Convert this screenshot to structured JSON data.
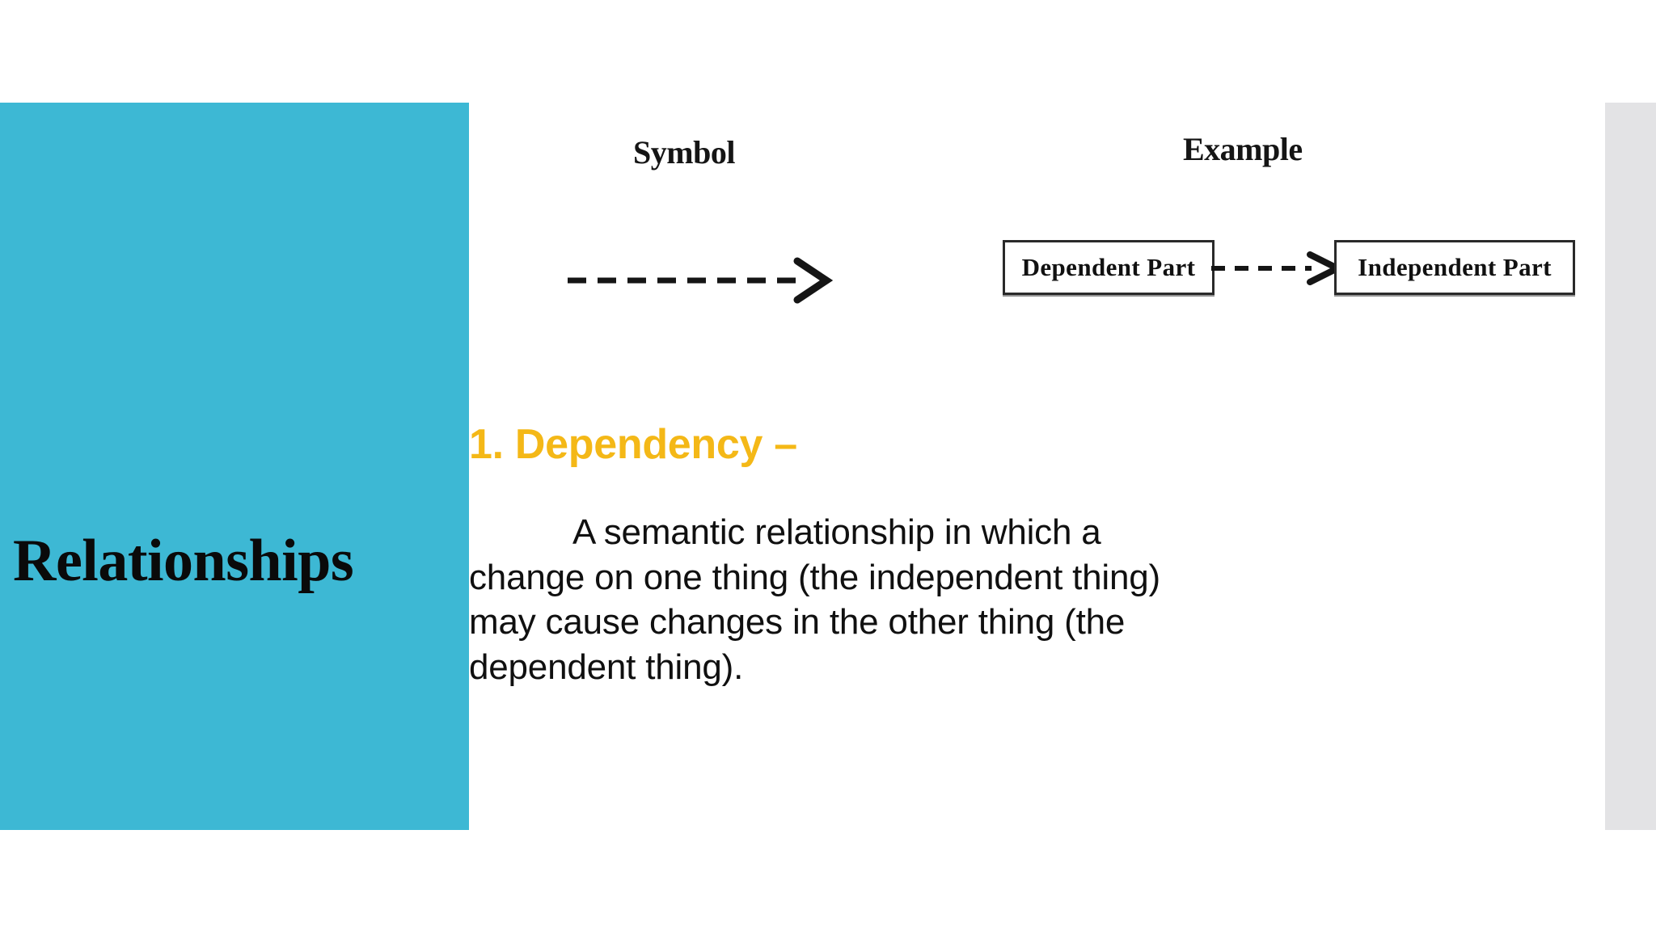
{
  "slide": {
    "title": "Relationships",
    "background_color": "#ffffff",
    "accent_color": "#3db8d4",
    "heading_color": "#f4b817",
    "body_color": "#101010",
    "edge_strip_color": "#e3e3e5"
  },
  "diagram": {
    "caption_symbol": "Symbol",
    "caption_example": "Example",
    "symbol_arrow": "dashed-open-arrow-right",
    "example": {
      "source_box": "Dependent Part",
      "target_box": "Independent Part",
      "connector": "dashed-open-arrow-right"
    }
  },
  "content": {
    "heading": "1. Dependency –",
    "body": "A semantic relationship in which a change on one thing (the independent thing) may cause changes in the other thing (the dependent thing)."
  }
}
